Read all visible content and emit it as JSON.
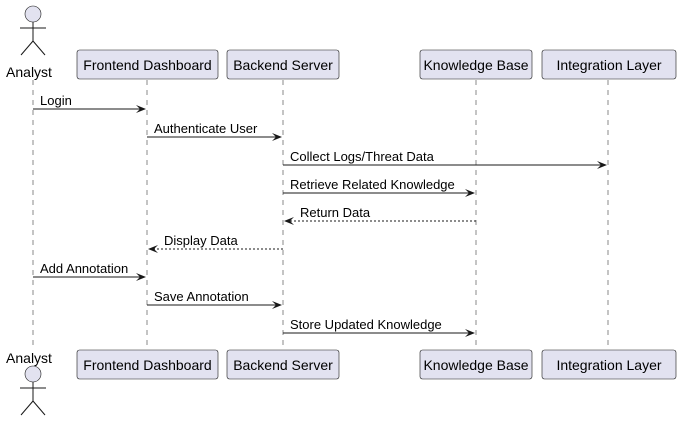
{
  "participants": [
    {
      "id": "analyst",
      "label": "Analyst",
      "kind": "actor"
    },
    {
      "id": "frontend",
      "label": "Frontend Dashboard",
      "kind": "box"
    },
    {
      "id": "backend",
      "label": "Backend Server",
      "kind": "box"
    },
    {
      "id": "kb",
      "label": "Knowledge Base",
      "kind": "box"
    },
    {
      "id": "integration",
      "label": "Integration Layer",
      "kind": "box"
    }
  ],
  "messages": [
    {
      "from": "analyst",
      "to": "frontend",
      "label": "Login",
      "style": "solid"
    },
    {
      "from": "frontend",
      "to": "backend",
      "label": "Authenticate User",
      "style": "solid"
    },
    {
      "from": "backend",
      "to": "integration",
      "label": "Collect Logs/Threat Data",
      "style": "solid"
    },
    {
      "from": "backend",
      "to": "kb",
      "label": "Retrieve Related Knowledge",
      "style": "solid"
    },
    {
      "from": "kb",
      "to": "backend",
      "label": "Return Data",
      "style": "dashed"
    },
    {
      "from": "backend",
      "to": "frontend",
      "label": "Display Data",
      "style": "dashed"
    },
    {
      "from": "analyst",
      "to": "frontend",
      "label": "Add Annotation",
      "style": "solid"
    },
    {
      "from": "frontend",
      "to": "backend",
      "label": "Save Annotation",
      "style": "solid"
    },
    {
      "from": "backend",
      "to": "kb",
      "label": "Store Updated Knowledge",
      "style": "solid"
    }
  ],
  "colors": {
    "participant_fill": "#e2e2f0",
    "line": "#181818",
    "lifeline": "#8a8a8a"
  }
}
